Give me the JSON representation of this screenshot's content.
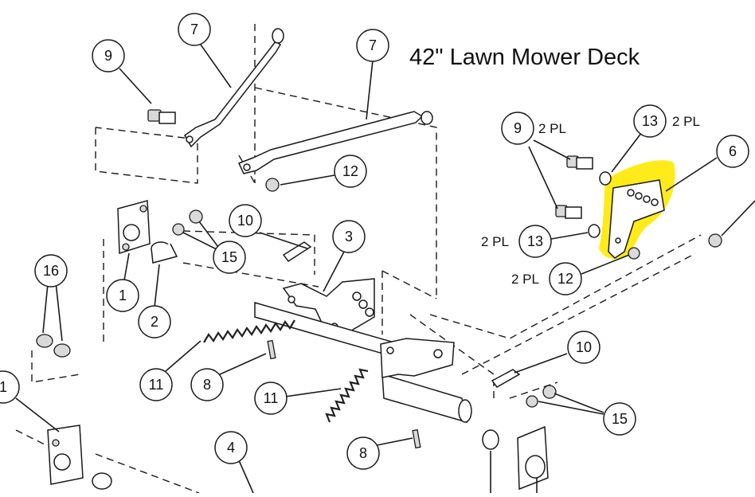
{
  "title": "42\" Lawn Mower Deck",
  "callouts": [
    {
      "num": "7"
    },
    {
      "num": "9"
    },
    {
      "num": "7"
    },
    {
      "num": "12"
    },
    {
      "num": "10"
    },
    {
      "num": "3"
    },
    {
      "num": "15"
    },
    {
      "num": "16"
    },
    {
      "num": "1"
    },
    {
      "num": "2"
    },
    {
      "num": "11"
    },
    {
      "num": "8"
    },
    {
      "num": "11"
    },
    {
      "num": "4"
    },
    {
      "num": "8"
    },
    {
      "num": "10"
    },
    {
      "num": "15"
    },
    {
      "num": "1"
    },
    {
      "num": "9"
    },
    {
      "num": "13"
    },
    {
      "num": "6"
    },
    {
      "num": "13"
    },
    {
      "num": "12"
    }
  ],
  "notes": [
    "2 PL",
    "2 PL",
    "2 PL",
    "2 PL"
  ],
  "colors": {
    "highlight": "#ffeb1a",
    "line": "#1a1a1a"
  }
}
